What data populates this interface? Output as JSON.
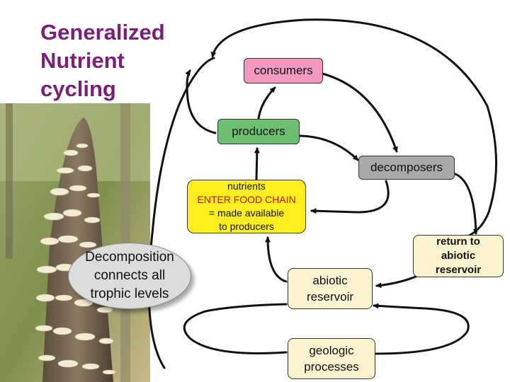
{
  "title": [
    "Generalized",
    "Nutrient",
    "cycling"
  ],
  "nodes": {
    "consumers": "consumers",
    "producers": "producers",
    "decomposers": "decomposers",
    "nutrients": [
      "nutrients",
      "ENTER FOOD CHAIN",
      "= made available",
      "to producers"
    ],
    "abiotic": [
      "abiotic",
      "reservoir"
    ],
    "geologic": [
      "geologic",
      "processes"
    ],
    "return": [
      "return to",
      "abiotic",
      "reservoir"
    ]
  },
  "callout": [
    "Decomposition",
    "connects all",
    "trophic levels"
  ],
  "colors": {
    "title": "#7a1f7a",
    "consumers": "#f49ac1",
    "producers": "#6fbf73",
    "decomposers": "#a9a9a9",
    "nutrients": "#fcee21",
    "enter_food_chain_text": "#c1121f",
    "reservoir": "#fbf3d0"
  },
  "photo": {
    "icon": "tree-stump-with-shelf-fungi-photo"
  }
}
